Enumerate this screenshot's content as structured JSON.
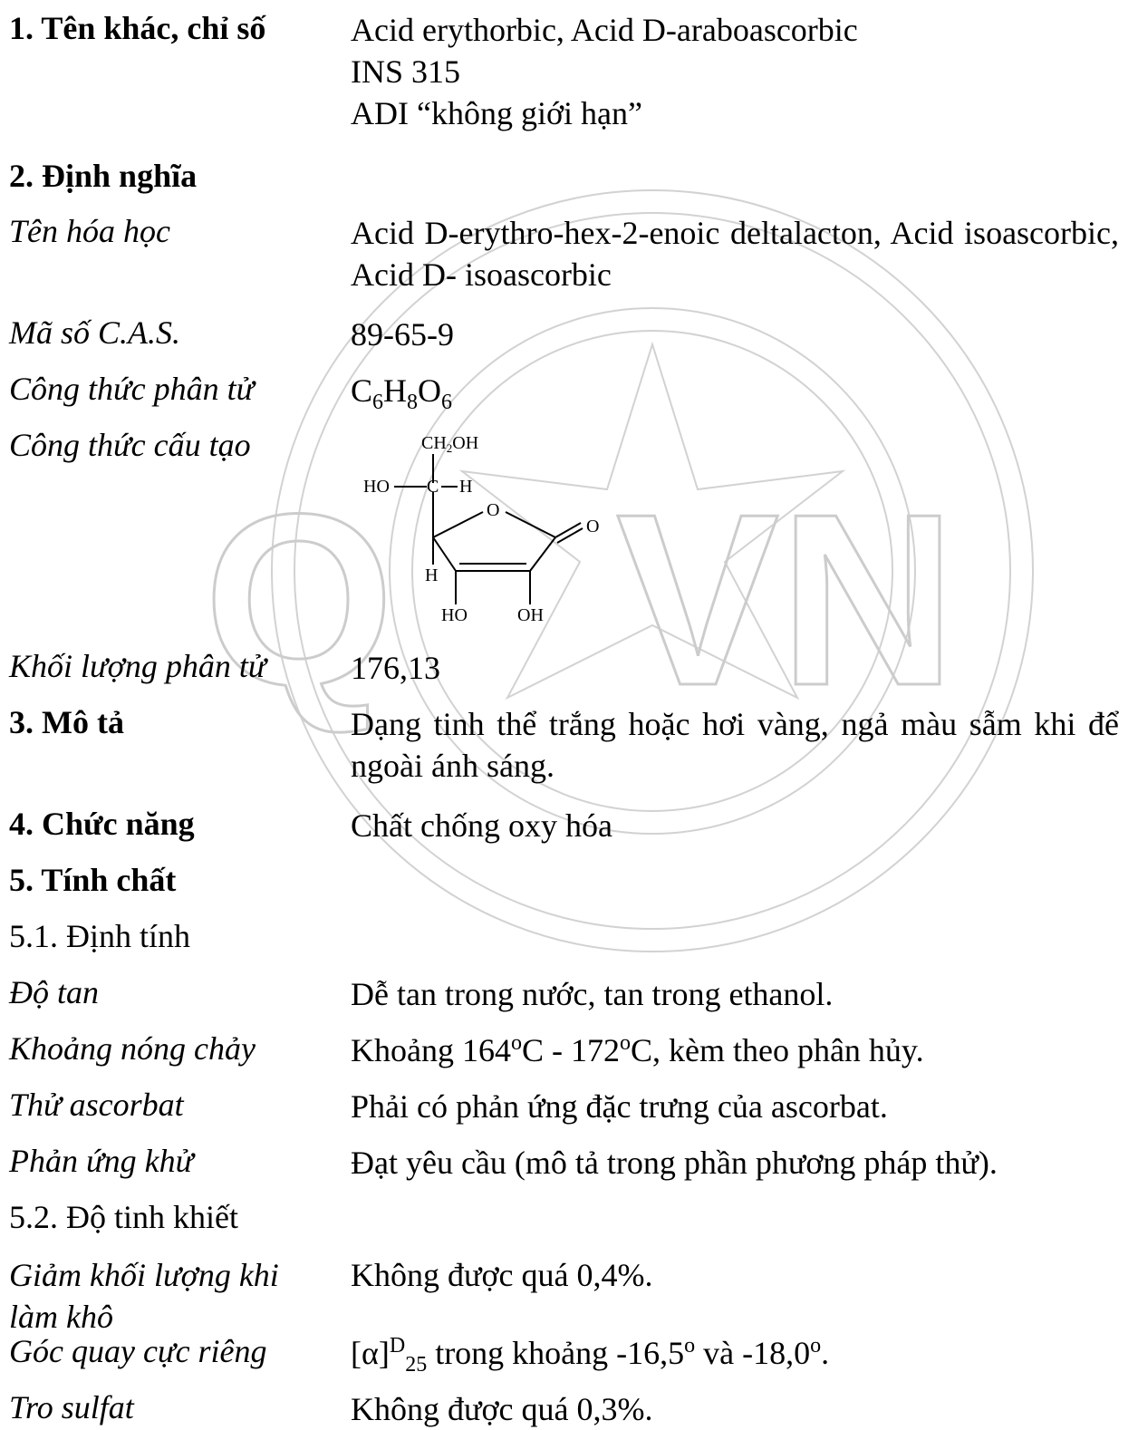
{
  "sections": {
    "s1": {
      "heading": "1. Tên khác, chỉ số",
      "line1": "Acid erythorbic, Acid D-araboascorbic",
      "line2": "INS 315",
      "line3": "ADI “không giới hạn”"
    },
    "s2": {
      "heading": "2. Định nghĩa"
    },
    "s3": {
      "heading": "3. Mô tả",
      "text": "Dạng tinh thể trắng hoặc hơi vàng, ngả màu sẫm khi để ngoài ánh sáng."
    },
    "s4": {
      "heading": "4. Chức năng",
      "text": "Chất chống oxy hóa"
    },
    "s5": {
      "heading": "5. Tính chất"
    }
  },
  "definition": {
    "chem_name": {
      "label": "Tên hóa học",
      "value": "Acid D-erythro-hex-2-enoic deltalacton, Acid isoascorbic, Acid D- isoascorbic"
    },
    "cas": {
      "label": "Mã số C.A.S.",
      "value": "89-65-9"
    },
    "formula": {
      "label": "Công thức phân tử",
      "c": "C",
      "c_n": "6",
      "h": "H",
      "h_n": "8",
      "o": "O",
      "o_n": "6"
    },
    "structure": {
      "label": "Công thức cấu tạo",
      "t_ch2oh": "CH",
      "t_ch2oh_sub": "2",
      "t_oh_tail": "OH",
      "t_ho_c_h": "HO",
      "t_c": "C",
      "t_h_top": "H",
      "t_ring_o": "O",
      "t_carbonyl_o": "O",
      "t_h_left": "H",
      "t_ho_bottom": "HO",
      "t_oh_bottom": "OH"
    },
    "mw": {
      "label": "Khối lượng phân tử",
      "value": "176,13"
    }
  },
  "identification": {
    "heading": "5.1. Định tính",
    "solubility": {
      "label": "Độ tan",
      "value": "Dễ tan trong nước, tan trong ethanol."
    },
    "melting": {
      "label": "Khoảng nóng chảy",
      "pre": "Khoảng 164",
      "deg": "o",
      "mid": "C - 172",
      "deg2": "o",
      "post": "C, kèm theo phân hủy."
    },
    "ascorbate": {
      "label": "Thử ascorbat",
      "value": "Phải có phản ứng đặc trưng của ascorbat."
    },
    "reduction": {
      "label": "Phản ứng khử",
      "value": "Đạt yêu cầu (mô tả trong phần phương pháp thử)."
    }
  },
  "purity": {
    "heading": "5.2. Độ tinh khiết",
    "drying": {
      "label_line1": "Giảm khối lượng khi",
      "label_line2": "làm khô",
      "value": "Không được quá 0,4%."
    },
    "rotation": {
      "label": "Góc quay cực riêng",
      "pre": "[α]",
      "sup": "D",
      "sub": "25",
      "mid": " trong khoảng -16,5",
      "deg1": "o",
      "and": " và -18,0",
      "deg2": "o",
      "end": "."
    },
    "ash": {
      "label": "Tro sulfat",
      "value": "Không được quá 0,3%."
    }
  },
  "watermark": {
    "left": "Q",
    "right": "VN"
  }
}
